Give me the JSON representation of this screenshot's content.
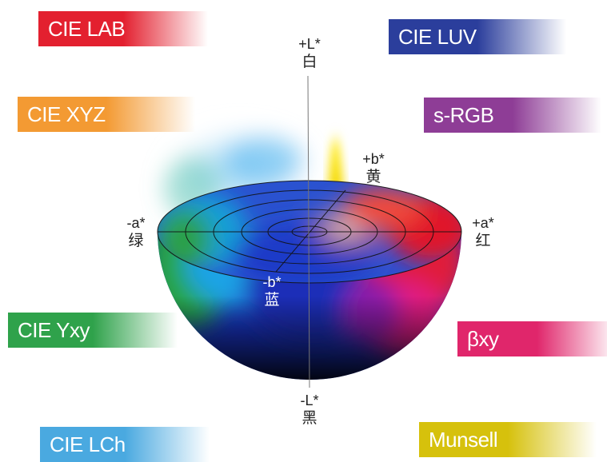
{
  "color_spaces": [
    {
      "id": "cie-lab",
      "label": "CIE LAB",
      "color": "#e3202f"
    },
    {
      "id": "cie-luv",
      "label": "CIE LUV",
      "color": "#2b3e9c"
    },
    {
      "id": "cie-xyz",
      "label": "CIE XYZ",
      "color": "#f39a33"
    },
    {
      "id": "s-rgb",
      "label": "s-RGB",
      "color": "#8e3d96"
    },
    {
      "id": "cie-yxy",
      "label": "CIE Yxy",
      "color": "#2fa24b"
    },
    {
      "id": "beta-xy",
      "label": "βxy",
      "color": "#e0266b"
    },
    {
      "id": "cie-lch",
      "label": "CIE LCh",
      "color": "#4aa9e0"
    },
    {
      "id": "munsell",
      "label": "Munsell",
      "color": "#d6c10c"
    }
  ],
  "axes": {
    "plus_l": {
      "symbol": "+L*",
      "name": "白"
    },
    "minus_l": {
      "symbol": "-L*",
      "name": "黑"
    },
    "plus_a": {
      "symbol": "+a*",
      "name": "红"
    },
    "minus_a": {
      "symbol": "-a*",
      "name": "绿"
    },
    "plus_b": {
      "symbol": "+b*",
      "name": "黄"
    },
    "minus_b": {
      "symbol": "-b*",
      "name": "蓝"
    }
  }
}
